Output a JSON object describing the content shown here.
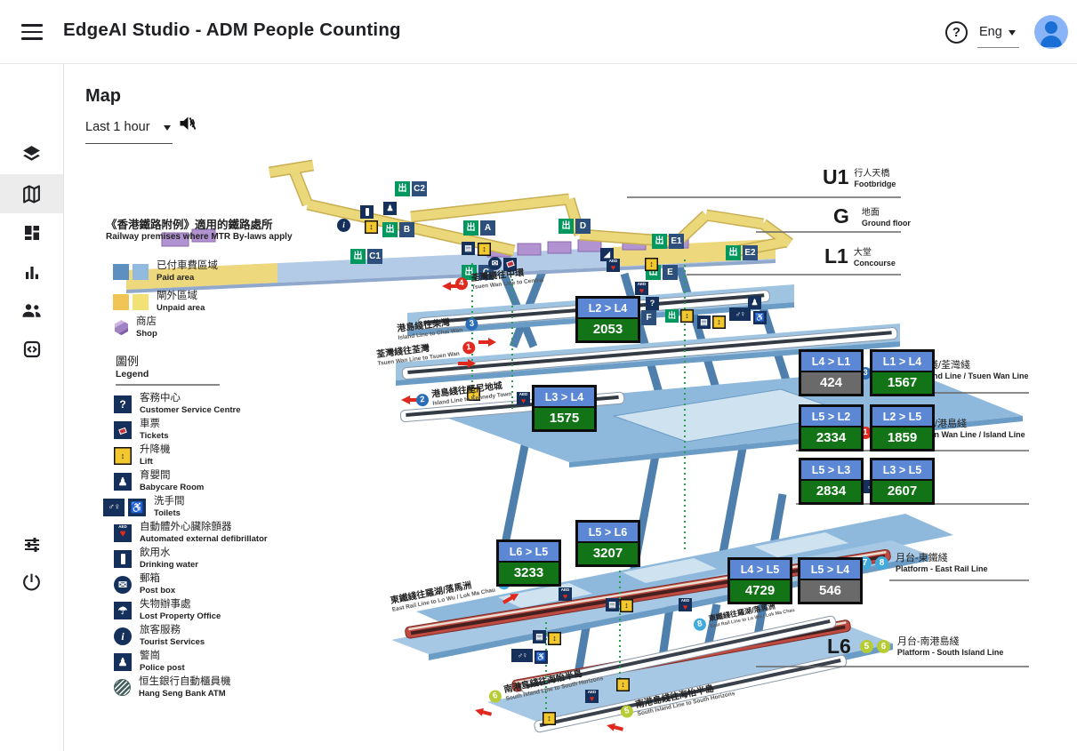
{
  "header": {
    "title": "EdgeAI Studio - ADM People Counting",
    "language": "Eng",
    "help_glyph": "?"
  },
  "sidebar": {
    "items": [
      {
        "name": "layers"
      },
      {
        "name": "map",
        "active": true
      },
      {
        "name": "dashboard"
      },
      {
        "name": "analytics"
      },
      {
        "name": "people"
      },
      {
        "name": "devices"
      },
      {
        "name": "settings"
      },
      {
        "name": "power"
      }
    ]
  },
  "main": {
    "title": "Map",
    "time_filter": "Last 1 hour",
    "sound": "muted"
  },
  "map": {
    "area_legend": {
      "title_zh": "《香港鐵路附例》適用的鐵路處所",
      "title_en": "Railway premises where MTR By-laws apply",
      "items": [
        {
          "zh": "已付車費區域",
          "en": "Paid area",
          "colors": [
            "#5d8fc0",
            "#92bade"
          ]
        },
        {
          "zh": "閘外區域",
          "en": "Unpaid area",
          "colors": [
            "#f0c455",
            "#f2e175"
          ]
        },
        {
          "zh": "商店",
          "en": "Shop",
          "colors": [
            "#a98cc8"
          ]
        }
      ]
    },
    "icon_legend": {
      "title_zh": "圖例",
      "title_en": "Legend",
      "items": [
        {
          "zh": "客務中心",
          "en": "Customer Service Centre",
          "icon": "customer-service"
        },
        {
          "zh": "車票",
          "en": "Tickets",
          "icon": "tickets"
        },
        {
          "zh": "升降機",
          "en": "Lift",
          "icon": "lift"
        },
        {
          "zh": "育嬰間",
          "en": "Babycare Room",
          "icon": "babycare"
        },
        {
          "zh": "洗手間",
          "en": "Toilets",
          "icon": "toilets"
        },
        {
          "zh": "自動體外心臟除顫器",
          "en": "Automated external defibrillator",
          "icon": "aed"
        },
        {
          "zh": "飲用水",
          "en": "Drinking water",
          "icon": "drinking-water"
        },
        {
          "zh": "郵箱",
          "en": "Post box",
          "icon": "post-box"
        },
        {
          "zh": "失物辦事處",
          "en": "Lost Property Office",
          "icon": "lost-property"
        },
        {
          "zh": "旅客服務",
          "en": "Tourist Services",
          "icon": "tourist-services"
        },
        {
          "zh": "警崗",
          "en": "Police post",
          "icon": "police"
        },
        {
          "zh": "恒生銀行自動櫃員機",
          "en": "Hang Seng Bank ATM",
          "icon": "atm"
        }
      ]
    },
    "floors": [
      {
        "code": "U1",
        "zh": "行人天橋",
        "en": "Footbridge"
      },
      {
        "code": "G",
        "zh": "地面",
        "en": "Ground floor"
      },
      {
        "code": "L1",
        "zh": "大堂",
        "en": "Concourse"
      }
    ],
    "platform_lines": [
      {
        "zh": "綫/荃灣綫",
        "en": "and Line / Tsuen Wan Line"
      },
      {
        "zh": "綫/港島綫",
        "en": "uen Wan Line / Island Line"
      },
      {
        "platforms": [
          "7",
          "8"
        ],
        "zh": "月台-東鐵綫",
        "en": "Platform - East Rail Line"
      },
      {
        "code": "L6",
        "platforms": [
          "5",
          "6"
        ],
        "zh": "月台-南港島綫",
        "en": "Platform - South Island Line"
      }
    ],
    "counters": [
      {
        "route": "L2 > L4",
        "value": "2053",
        "status": "green"
      },
      {
        "route": "L3 > L4",
        "value": "1575",
        "status": "green"
      },
      {
        "route": "L4 > L1",
        "value": "424",
        "status": "gray"
      },
      {
        "route": "L1 > L4",
        "value": "1567",
        "status": "green"
      },
      {
        "route": "L5 > L2",
        "value": "2334",
        "status": "green"
      },
      {
        "route": "L2 > L5",
        "value": "1859",
        "status": "green"
      },
      {
        "route": "L5 > L3",
        "value": "2834",
        "status": "green"
      },
      {
        "route": "L3 > L5",
        "value": "2607",
        "status": "green"
      },
      {
        "route": "L5 > L6",
        "value": "3207",
        "status": "green"
      },
      {
        "route": "L6 > L5",
        "value": "3233",
        "status": "green"
      },
      {
        "route": "L4 > L5",
        "value": "4729",
        "status": "green"
      },
      {
        "route": "L5 > L4",
        "value": "546",
        "status": "gray"
      }
    ],
    "badge_markers": [
      {
        "num": "3",
        "color": "blue"
      },
      {
        "num": "1",
        "color": "red"
      }
    ],
    "directions": [
      {
        "num": "4",
        "zh": "荃灣綫往中環",
        "en": "Tsuen Wan Line to Central"
      },
      {
        "num": "3",
        "zh": "港島綫往柴灣",
        "en": "Island Line to Chai Wan"
      },
      {
        "num": "1",
        "zh": "荃灣綫往荃灣",
        "en": "Tsuen Wan Line to Tsuen Wan"
      },
      {
        "num": "2",
        "zh": "港島綫往堅尼地城",
        "en": "Island Line to Kennedy Town"
      },
      {
        "num": "7",
        "zh": "東鐵綫往羅湖/落馬洲",
        "en": "East Rail Line to Lo Wu / Lok Ma Chau"
      },
      {
        "num": "8",
        "zh": "東鐵綫往羅湖/落馬洲",
        "en": "East Rail Line to Lo Wu / Lok Ma Chau"
      },
      {
        "num": "6",
        "zh": "南港島綫往海怡半島",
        "en": "South Island Line to South Horizons"
      },
      {
        "num": "5",
        "zh": "南港島綫往海怡半島",
        "en": "South Island Line to South Horizons"
      }
    ],
    "exits": [
      "C2",
      "B",
      "A",
      "D",
      "C1",
      "C",
      "E1",
      "E2",
      "E",
      "F"
    ],
    "icons": {
      "lift": "↕",
      "post_box": "✉",
      "aed_heart": "♥",
      "aed_label": "AED",
      "wheelchair": "♿",
      "toilets": "♂♀",
      "umbrella": "☂",
      "info": "i",
      "question": "?",
      "train": "▤",
      "escalator": "◢",
      "person": "♟",
      "exit": "出"
    },
    "colors": {
      "counter_header": "#5b87d4",
      "counter_ok": "#127417",
      "counter_low": "#6a6a6a",
      "paid_area": [
        "#5d8fc0",
        "#92bade"
      ],
      "unpaid_area": [
        "#f0c455",
        "#f2e175"
      ],
      "shop": "#a98cc8",
      "east_rail_marker": "#41aadc",
      "south_island_marker": "#b7cb34",
      "tsuen_wan_marker": "#e02a20",
      "island_marker": "#2a6cb8"
    }
  }
}
